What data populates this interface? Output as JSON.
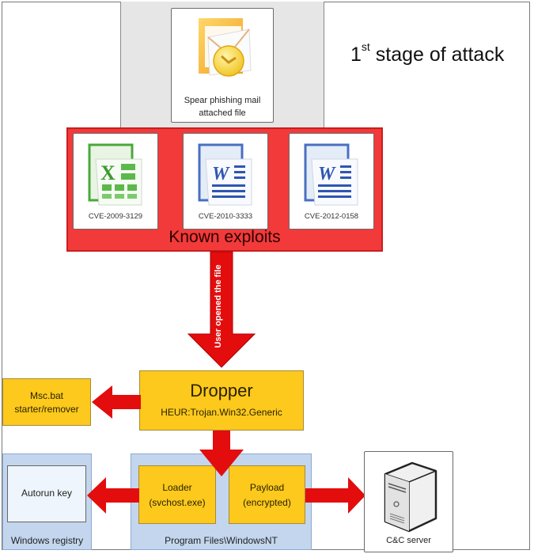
{
  "diagram": {
    "title_number": "1",
    "title_suffix": "st",
    "title_rest": " stage of attack",
    "entry": {
      "line1": "Spear phishing mail",
      "line2": "attached file",
      "icon": "outlook-mail-icon"
    },
    "exploits": {
      "group_label": "Known exploits",
      "items": [
        {
          "label": "CVE-2009-3129",
          "icon": "excel-document-icon"
        },
        {
          "label": "CVE-2010-3333",
          "icon": "word-document-icon"
        },
        {
          "label": "CVE-2012-0158",
          "icon": "word-document-icon"
        }
      ]
    },
    "arrow_label": "User opened the file",
    "dropper": {
      "title": "Dropper",
      "detection": "HEUR:Trojan.Win32.Generic"
    },
    "msc": {
      "line1": "Msc.bat",
      "line2": "starter/remover"
    },
    "registry": {
      "group_label": "Windows registry",
      "item": "Autorun key"
    },
    "program_files": {
      "group_label": "Program Files\\WindowsNT",
      "loader_line1": "Loader",
      "loader_line2": "(svchost.exe)",
      "payload_line1": "Payload",
      "payload_line2": "(encrypted)"
    },
    "cc": {
      "label": "C&C server",
      "icon": "server-icon"
    },
    "colors": {
      "red": "#f23a3a",
      "arrow_red": "#e30d0d",
      "yellow": "#fcc91c",
      "blue_group": "#c3d6ee",
      "gray_group": "#e6e6e6"
    }
  }
}
